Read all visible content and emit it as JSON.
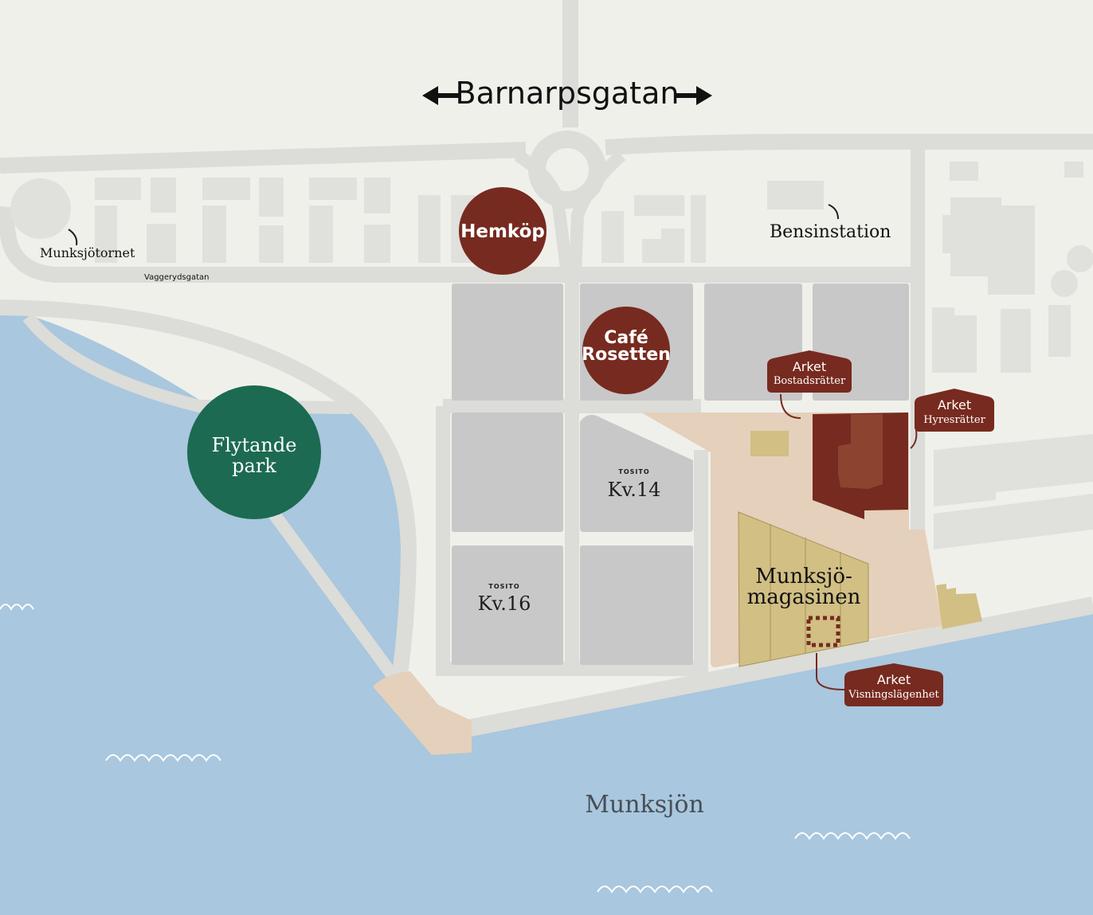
{
  "street": {
    "name": "Barnarpsgatan"
  },
  "street_small": {
    "name": "Vaggerydsgatan"
  },
  "landmarks": {
    "tower": "Munksjötornet",
    "gas_station": "Bensinstation"
  },
  "pois": {
    "hemkop": "Hemköp",
    "cafe_line1": "Café",
    "cafe_line2": "Rosetten",
    "park_line1": "Flytande",
    "park_line2": "park"
  },
  "blocks": {
    "kv14": {
      "brand": "TOSITO",
      "label": "Kv.14"
    },
    "kv16": {
      "brand": "TOSITO",
      "label": "Kv.16"
    }
  },
  "warehouse": {
    "line1": "Munksjö-",
    "line2": "magasinen"
  },
  "badges": {
    "bostadsratter": {
      "title": "Arket",
      "subtitle": "Bostadsrätter"
    },
    "hyresratter": {
      "title": "Arket",
      "subtitle": "Hyresrätter"
    },
    "visning": {
      "title": "Arket",
      "subtitle": "Visningslägenhet"
    }
  },
  "lake": {
    "name": "Munksjön"
  },
  "colors": {
    "background": "#f0f0eb",
    "road": "#dcdcd8",
    "building": "#e0e0dc",
    "block": "#c8c8c8",
    "water": "#a9c7de",
    "sand": "#e5d0bb",
    "brand_red": "#772a1f",
    "park_green": "#1c6a51",
    "warehouse": "#d1bf84"
  },
  "icons": {
    "arrow_left": "arrow-left-icon",
    "arrow_right": "arrow-right-icon",
    "waves": "wave-icon"
  }
}
